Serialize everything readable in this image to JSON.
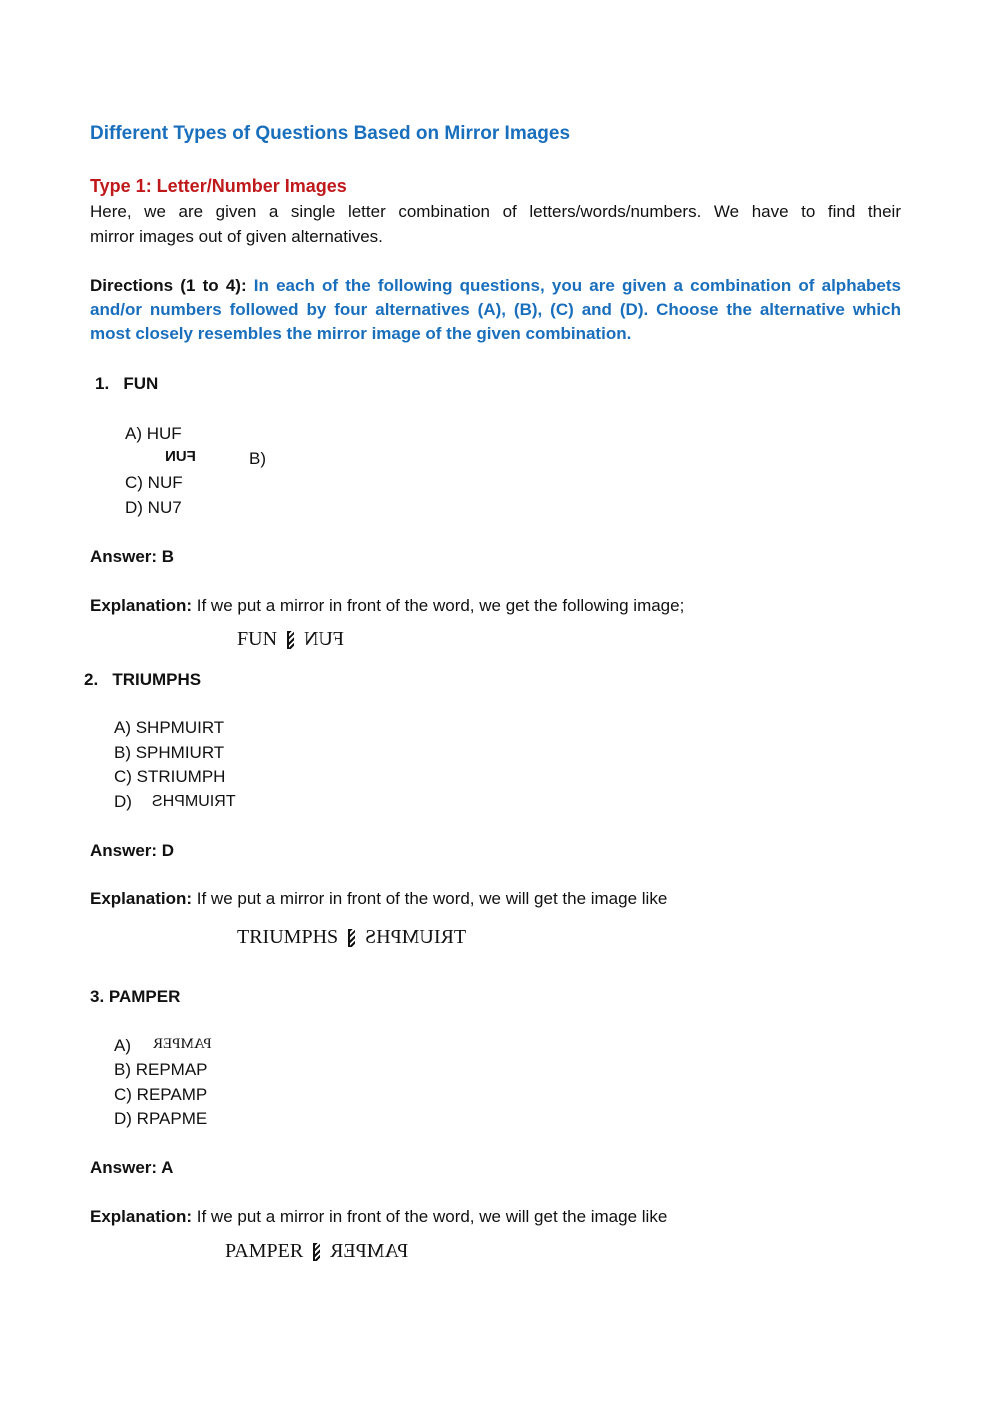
{
  "title": "Different Types of Questions Based on Mirror Images",
  "type1": {
    "heading": "Type 1: Letter/Number Images",
    "intro_line1": "Here, we are given a single letter combination of letters/words/numbers. We have to find their",
    "intro_line2": "mirror images out of given alternatives."
  },
  "directions": {
    "label": "Directions (1 to 4):",
    "line1": "In each of the following questions, you are given a combination of alphabets",
    "line2": "and/or numbers followed by four alternatives (A), (B), (C) and (D). Choose the alternative which",
    "line3": "most closely resembles the mirror image of the given combination."
  },
  "questions": [
    {
      "number": "1.",
      "word": "FUN",
      "options": [
        "A) HUF",
        "B)",
        "C) NUF",
        "D) NU7"
      ],
      "mirror_option_label": "B)",
      "mirror_option_text": "FUN",
      "answer": "Answer: B",
      "explanation_label": "Explanation:",
      "explanation_text": "If we put a mirror in front of the word, we get the following image;",
      "figure_word": "FUN"
    },
    {
      "number": "2.",
      "word": "TRIUMPHS",
      "options": [
        "A) SHPMUIRT",
        "B) SPHMIURT",
        "C) STRIUMPH",
        "D)"
      ],
      "mirror_option_text": "TRIUMPHS",
      "answer": "Answer: D",
      "explanation_label": "Explanation:",
      "explanation_text": "If we put a mirror in front of the word, we will get the image like",
      "figure_word": "TRIUMPHS"
    },
    {
      "number": "3.",
      "word": "PAMPER",
      "options": [
        "A)",
        "B) REPMAP",
        "C) REPAMP",
        "D) RPAPME"
      ],
      "mirror_option_text": "PAMPER",
      "answer": "Answer: A",
      "explanation_label": "Explanation:",
      "explanation_text": "If we put a mirror in front of the word, we will get the image like",
      "figure_word": "PAMPER"
    }
  ]
}
